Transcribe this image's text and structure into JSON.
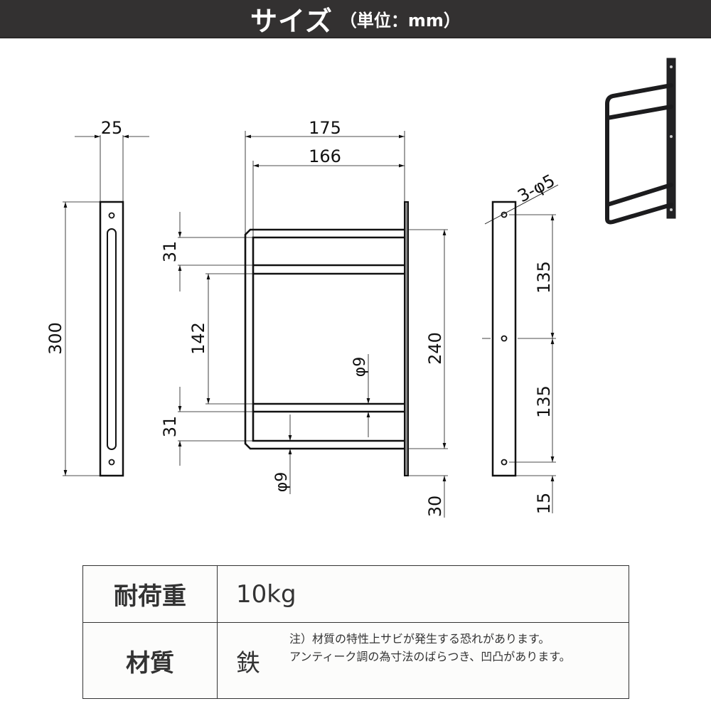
{
  "header": {
    "title": "サイズ",
    "unit": "（単位：mm）"
  },
  "drawing": {
    "left_view": {
      "width_label": "25",
      "height_label": "300"
    },
    "front_view": {
      "overall_depth_label": "175",
      "inner_depth_label": "166",
      "top_gap_label": "31",
      "middle_gap_label": "142",
      "bottom_gap_label": "31",
      "bar_diameter_upper_label": "φ9",
      "bar_diameter_lower_label": "φ9",
      "span_label": "240",
      "plate_overhang_label": "30"
    },
    "right_view": {
      "hole_label": "3-φ5",
      "upper_pitch_label": "135",
      "lower_pitch_label": "135",
      "bottom_offset_label": "15"
    },
    "line_color": "#111111"
  },
  "photo": {
    "alt": "Black iron wall-mounted bracket product photo",
    "color": "#1c1c1e"
  },
  "spec_table": {
    "rows": [
      {
        "label": "耐荷重",
        "value": "10kg"
      },
      {
        "label": "材質",
        "value": "鉄",
        "note_line1": "注）材質の特性上サビが発生する恐れがあります。",
        "note_line2": "アンティーク調の為寸法のばらつき、凹凸があります。"
      }
    ]
  },
  "colors": {
    "header_bg": "#333131",
    "header_text": "#ffffff",
    "table_border": "#333333",
    "table_bg": "#fcfcfb"
  }
}
